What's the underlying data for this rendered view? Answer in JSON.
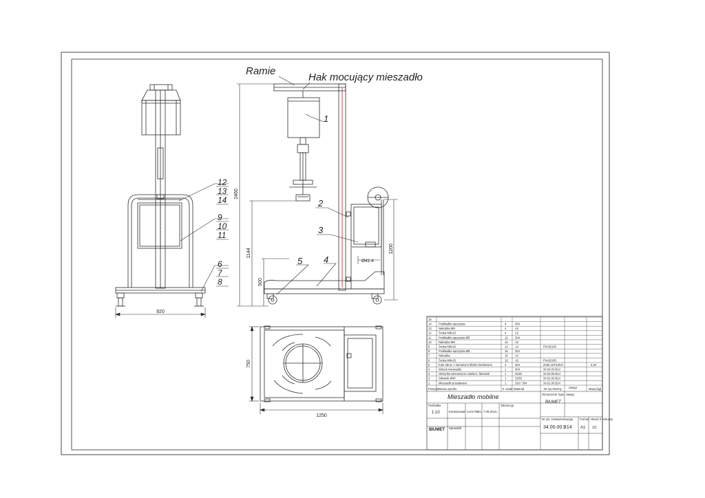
{
  "labels": {
    "arm": "Ramie",
    "hook": "Hak mocujący mieszadło",
    "balloons": [
      "1",
      "2",
      "3",
      "4",
      "5",
      "6",
      "7",
      "8",
      "9",
      "10",
      "11",
      "12",
      "13",
      "14"
    ]
  },
  "dimensions": {
    "front_width": "920",
    "side_total_height": "2460",
    "side_mid_height": "1144",
    "side_low_height": "500",
    "side_right_height": "1200",
    "pipe_diameter": "Ø42,4",
    "top_length": "1250",
    "top_depth": "750"
  },
  "parts_list": {
    "rows": [
      {
        "poz": "15",
        "name": "",
        "qty": "",
        "mat": "",
        "norm": "",
        "mass": ""
      },
      {
        "poz": "14",
        "name": "Podkładka sprężysta",
        "qty": "4",
        "mat": "304",
        "norm": "",
        "mass": ""
      },
      {
        "poz": "13",
        "name": "Nakrętka M8",
        "qty": "4",
        "mat": "A2",
        "norm": "",
        "mass": ""
      },
      {
        "poz": "12",
        "name": "Śruba M8x16",
        "qty": "4",
        "mat": "A2",
        "norm": "",
        "mass": ""
      },
      {
        "poz": "11",
        "name": "Podkładka sprężysta Ø8",
        "qty": "12",
        "mat": "304",
        "norm": "",
        "mass": ""
      },
      {
        "poz": "10",
        "name": "Nakrętka M8",
        "qty": "12",
        "mat": "A2",
        "norm": "",
        "mass": ""
      },
      {
        "poz": "9",
        "name": "Śruba M8x16",
        "qty": "12",
        "mat": "A2",
        "norm": "PN-82105",
        "mass": ""
      },
      {
        "poz": "8",
        "name": "Podkładka sprężysta Ø8",
        "qty": "16",
        "mat": "304",
        "norm": "",
        "mass": ""
      },
      {
        "poz": "7",
        "name": "Nakrętka",
        "qty": "16",
        "mat": "A2",
        "norm": "",
        "mass": ""
      },
      {
        "poz": "6",
        "name": "Śruba M8x16",
        "qty": "16",
        "mat": "A2",
        "norm": "PN-82105",
        "mass": ""
      },
      {
        "poz": "5",
        "name": "Koło obrot. z hamulcem Ø150 nierdzewne",
        "qty": "4",
        "mat": "304",
        "norm": "ZABI 15TS3SH",
        "mass": "3,20"
      },
      {
        "poz": "4",
        "name": "Wózek mieszadła",
        "qty": "1",
        "mat": "304",
        "norm": "34.04.00.B14",
        "mass": ""
      },
      {
        "poz": "3",
        "name": "Skrzynka sterownicza zasilacz, falownik",
        "qty": "1",
        "mat": "S235",
        "norm": "34.03.00.B14",
        "mass": ""
      },
      {
        "poz": "2",
        "name": "Siłownik Ø40",
        "qty": "1",
        "mat": "S235",
        "norm": "34.02.00.B14",
        "mass": ""
      },
      {
        "poz": "1",
        "name": "Mieszadło przesławne",
        "qty": "1",
        "mat": "316 / 304",
        "norm": "34.01.00.B14",
        "mass": ""
      }
    ],
    "headers": {
      "poz": "Pozycja",
      "name": "Nazwa wyrobu",
      "qty": "Il. sztuk",
      "mat": "Materiał",
      "norm": "Nr rys./Normy",
      "ulwagi": "Uwagi",
      "mass": "Masa [kg]"
    }
  },
  "title_block": {
    "title": "Mieszadło mobilne",
    "scale_label": "Podziałka",
    "scale": "1:10",
    "tolerance_label": "Tolerancja",
    "drawn_role": "Konstruował",
    "drawn_name": "Lech Pałka",
    "drawn_date": "7.06.2014r.",
    "checked_role": "Sprawdził",
    "company": "BIUMET",
    "type_label": "Oznaczenie Typu",
    "type_value": "BIUMET",
    "uwagi_label": "Uwagi",
    "drawing_no_label": "Nr rys. zestawieniowego",
    "drawing_no": "34.00.00.B14",
    "format_label": "Format",
    "format": "A1",
    "sheet_label": "Arkusz Il. Arkuszy",
    "sheet": "1/1"
  },
  "colors": {
    "line": "#2a2a2a",
    "red_line": "#d04040",
    "paper": "#ffffff"
  }
}
